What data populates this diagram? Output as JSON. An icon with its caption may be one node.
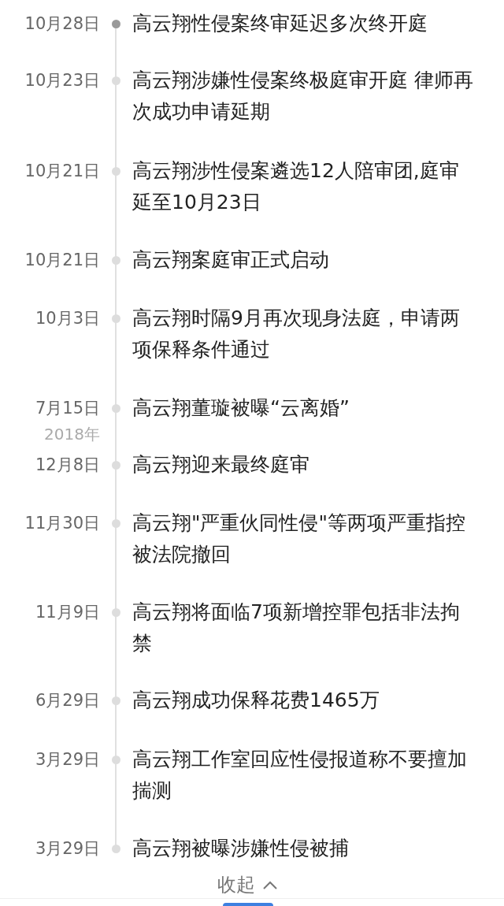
{
  "diagram": {
    "nodes": [
      {
        "text": [
          "高云翔性侵案终审延迟多次终开庭"
        ],
        "beside": [
          "10月28日"
        ]
      },
      {
        "text": [
          "高云翔涉嫌性侵案终极庭审开庭 律师再次成功申请延期"
        ],
        "beside": [
          "10月23日"
        ]
      },
      {
        "text": [
          "高云翔涉性侵案遴选12人陪审团,庭审延至10月23日"
        ],
        "beside": [
          "10月21日"
        ]
      },
      {
        "text": [
          "高云翔案庭审正式启动"
        ],
        "beside": [
          "10月21日"
        ]
      },
      {
        "text": [
          "高云翔时隔9月再次现身法庭，申请两项保释条件通过"
        ],
        "beside": [
          "10月3日"
        ]
      },
      {
        "text": [
          "高云翔董璇被曝“云离婚”"
        ],
        "beside": [
          "7月15日"
        ]
      },
      {
        "text": [
          "高云翔迎来最终庭审"
        ],
        "beside": [
          "12月8日"
        ]
      },
      {
        "text": [
          "高云翔\"严重伙同性侵\"等两项严重指控被法院撤回"
        ],
        "beside": [
          "11月30日"
        ]
      },
      {
        "text": [
          "高云翔将面临7项新增控罪包括非法拘禁"
        ],
        "beside": [
          "11月9日"
        ]
      },
      {
        "text": [
          "高云翔成功保释花费1465万"
        ],
        "beside": [
          "6月29日"
        ]
      },
      {
        "text": [
          "高云翔工作室回应性侵报道称不要擅加揣测"
        ],
        "beside": [
          "3月29日"
        ]
      },
      {
        "text": [
          "高云翔被曝涉嫌性侵被捕"
        ],
        "beside": [
          "3月29日"
        ]
      }
    ],
    "labels": [
      "2018年",
      "收起"
    ]
  }
}
